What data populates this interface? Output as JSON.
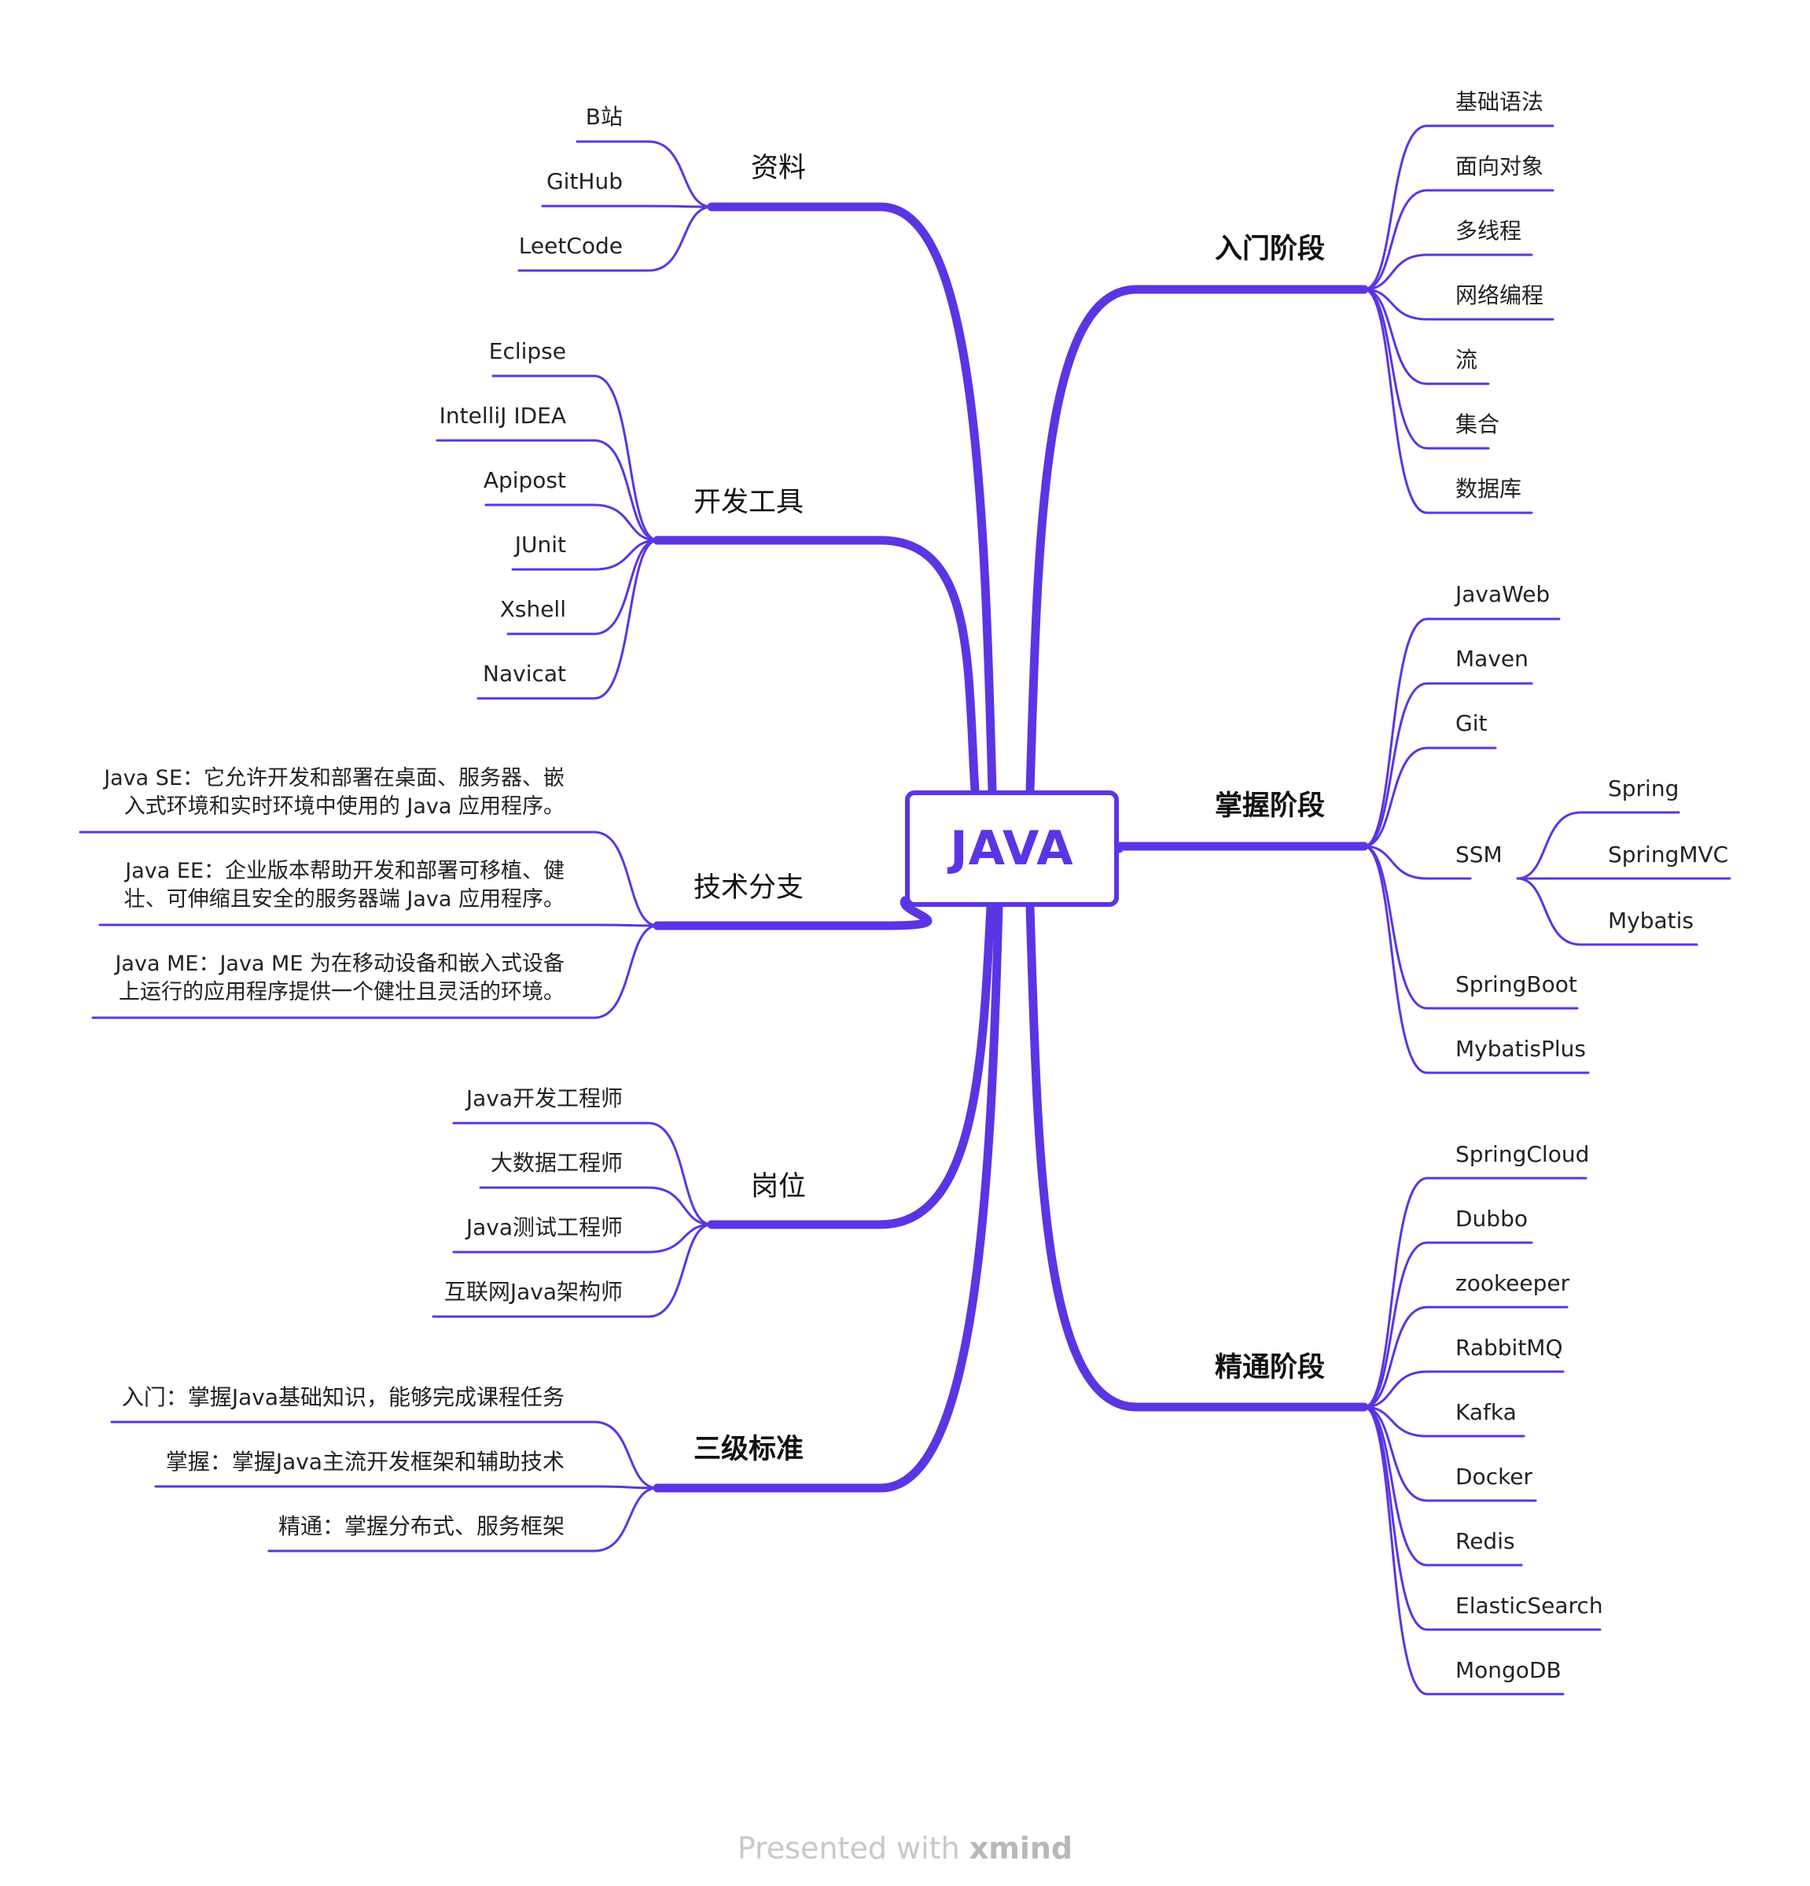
{
  "central": {
    "label": "JAVA"
  },
  "branches": [
    {
      "label": "入门阶段",
      "side": "right",
      "bold": true,
      "children": [
        "基础语法",
        "面向对象",
        "多线程",
        "网络编程",
        "流",
        "集合",
        "数据库"
      ]
    },
    {
      "label": "掌握阶段",
      "side": "right",
      "bold": true,
      "children": [
        "JavaWeb",
        "Maven",
        "Git",
        "SSM",
        "SpringBoot",
        "MybatisPlus"
      ],
      "ssm_children": [
        "Spring",
        "SpringMVC",
        "Mybatis"
      ]
    },
    {
      "label": "精通阶段",
      "side": "right",
      "bold": true,
      "children": [
        "SpringCloud",
        "Dubbo",
        "zookeeper",
        "RabbitMQ",
        "Kafka",
        "Docker",
        "Redis",
        "ElasticSearch",
        "MongoDB"
      ]
    },
    {
      "label": "资料",
      "side": "left",
      "bold": false,
      "children": [
        "B站",
        "GitHub",
        "LeetCode"
      ]
    },
    {
      "label": "开发工具",
      "side": "left",
      "bold": false,
      "children": [
        "Eclipse",
        "IntelliJ IDEA",
        "Apipost",
        "JUnit",
        "Xshell",
        "Navicat"
      ]
    },
    {
      "label": "技术分支",
      "side": "left",
      "bold": false,
      "children": [
        "Java SE：它允许开发和部署在桌面、服务器、嵌\n入式环境和实时环境中使用的 Java 应用程序。",
        "Java EE：企业版本帮助开发和部署可移植、健\n壮、可伸缩且安全的服务器端 Java 应用程序。",
        "Java ME：Java ME 为在移动设备和嵌入式设备\n上运行的应用程序提供一个健壮且灵活的环境。"
      ]
    },
    {
      "label": "岗位",
      "side": "left",
      "bold": false,
      "children": [
        "Java开发工程师",
        "大数据工程师",
        "Java测试工程师",
        "互联网Java架构师"
      ]
    },
    {
      "label": "三级标准",
      "side": "left",
      "bold": true,
      "children": [
        "入门：掌握Java基础知识，能够完成课程任务",
        "掌握：掌握Java主流开发框架和辅助技术",
        "精通：掌握分布式、服务框架"
      ]
    }
  ],
  "watermark": {
    "prefix": "Presented with ",
    "brand": "xmind"
  },
  "colors": {
    "line": "#5b35e3",
    "text": "#222222"
  }
}
